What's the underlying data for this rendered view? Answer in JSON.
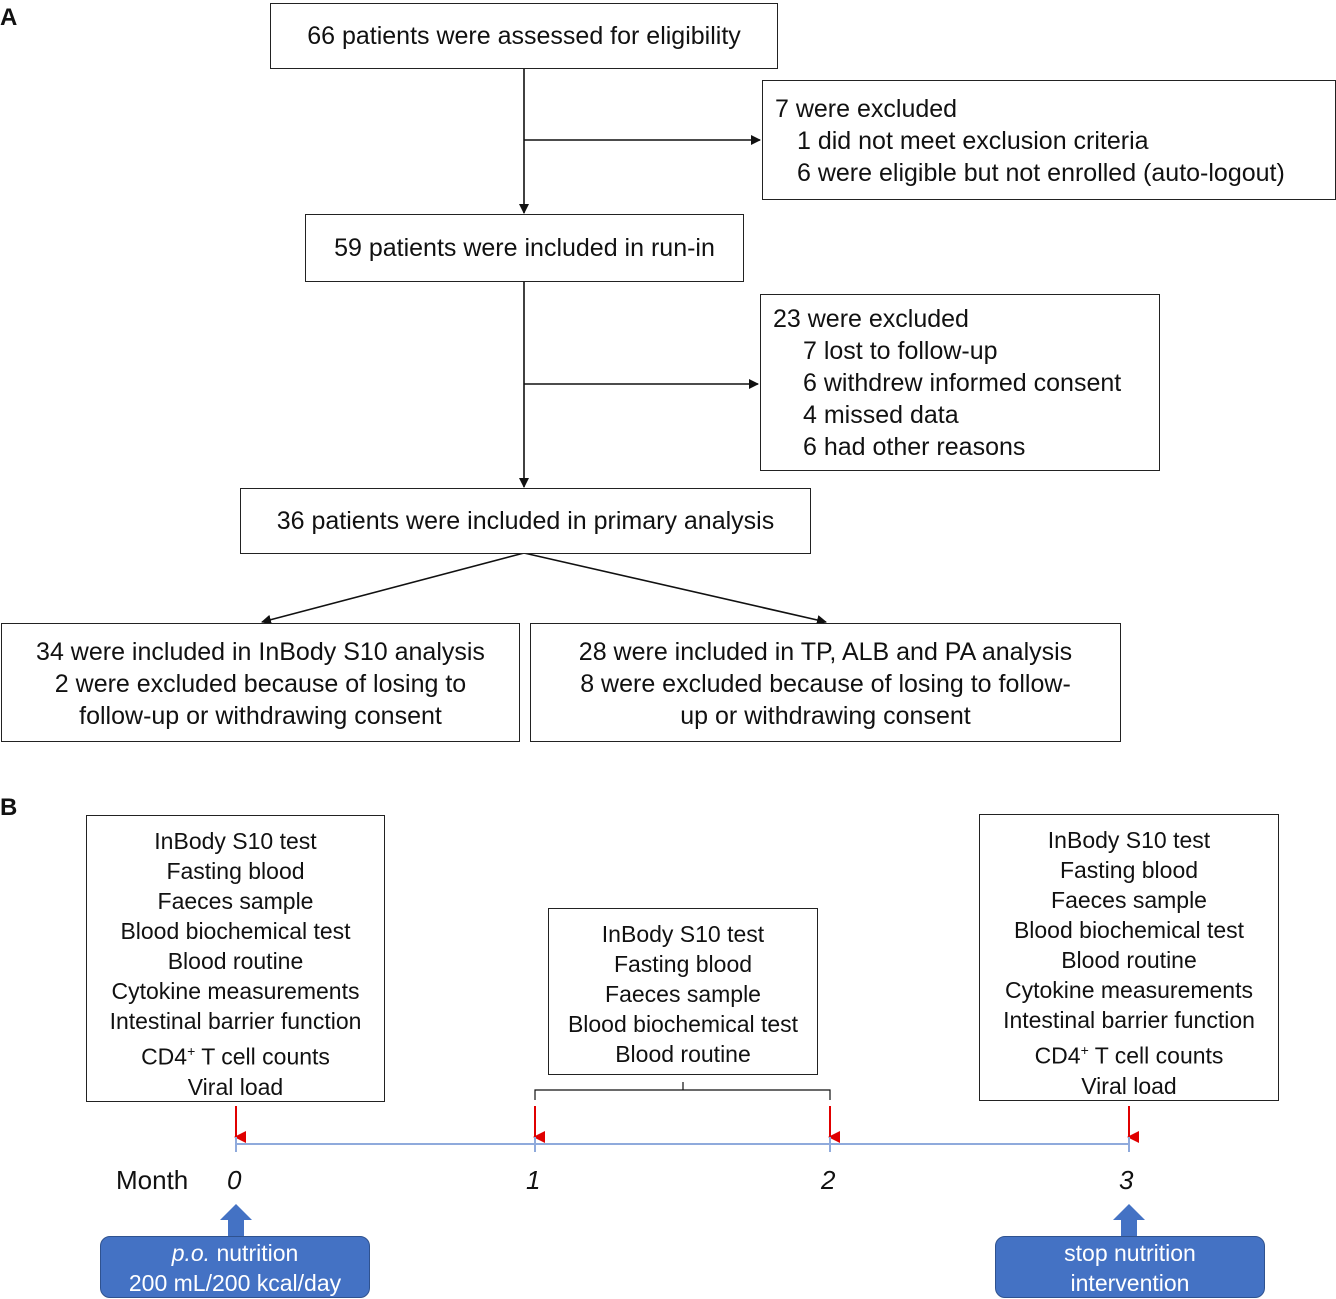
{
  "panel_a": {
    "label": "A",
    "assessed": "66 patients were assessed for eligibility",
    "excluded1": {
      "title": "7 were excluded",
      "items": [
        "1 did not meet exclusion criteria",
        "6 were eligible but not enrolled (auto-logout)"
      ]
    },
    "runin": "59 patients were included in run-in",
    "excluded2": {
      "title": "23 were excluded",
      "items": [
        "7 lost to follow-up",
        "6 withdrew informed consent",
        "4 missed data",
        "6 had other reasons"
      ]
    },
    "primary": "36 patients were included in primary analysis",
    "inbody": [
      "34 were included in InBody S10 analysis",
      "2 were excluded because of losing to",
      "follow-up or withdrawing consent"
    ],
    "tp": [
      "28 were included in TP, ALB and PA analysis",
      "8 were excluded because of losing to follow-",
      "up or withdrawing consent"
    ]
  },
  "panel_b": {
    "label": "B",
    "month0_tests": [
      "InBody S10 test",
      "Fasting blood",
      "Faeces sample",
      "Blood biochemical test",
      "Blood routine",
      "Cytokine measurements",
      "Intestinal barrier function",
      "CD4",
      "Viral load"
    ],
    "cd4_sup": "+",
    "cd4_rest": " T cell counts",
    "mid_tests": [
      "InBody S10 test",
      "Fasting blood",
      "Faeces sample",
      "Blood biochemical test",
      "Blood routine"
    ],
    "month3_tests": [
      "InBody S10 test",
      "Fasting blood",
      "Faeces sample",
      "Blood biochemical test",
      "Blood routine",
      "Cytokine measurements",
      "Intestinal barrier function",
      "CD4",
      "Viral load"
    ],
    "month_label": "Month",
    "ticks": [
      "0",
      "1",
      "2",
      "3"
    ],
    "start": {
      "italic": "p.o.",
      "rest": " nutrition",
      "line2": "200 mL/200 kcal/day"
    },
    "stop": [
      "stop nutrition",
      "intervention"
    ]
  },
  "colors": {
    "red_arrow": "#e00000",
    "timeline": "#8faadc",
    "blue_box": "#4472c4",
    "blue_arrow": "#4472c4"
  }
}
